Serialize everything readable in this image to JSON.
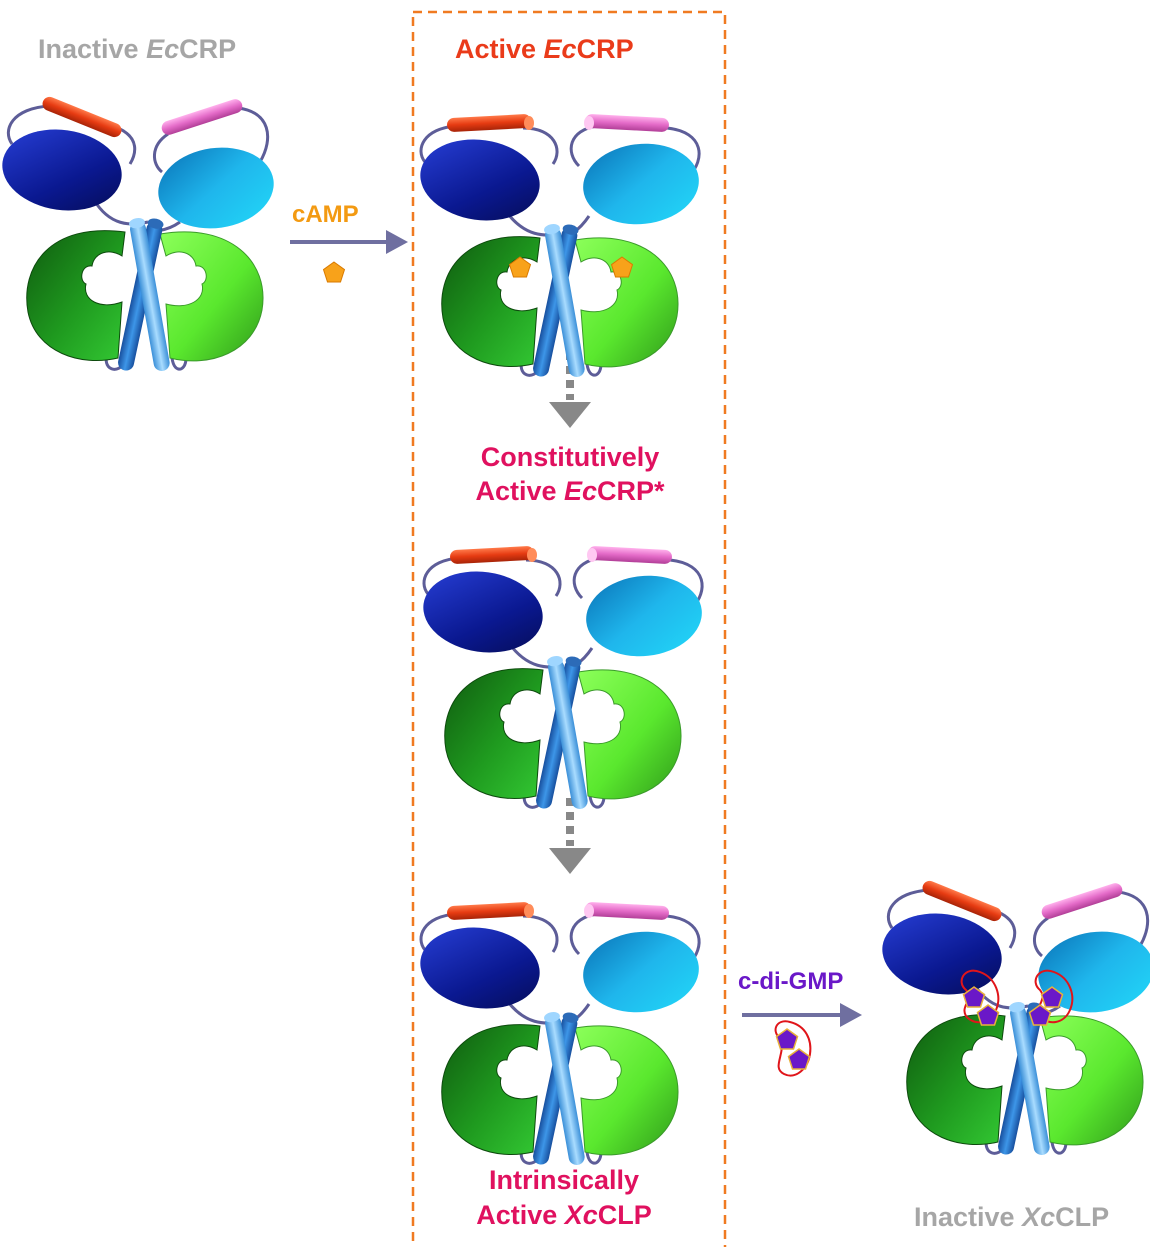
{
  "labels": {
    "inactive_eccrp": {
      "prefix": "Inactive ",
      "italic": "Ec",
      "suffix": "CRP"
    },
    "active_eccrp": {
      "prefix": "Active ",
      "italic": "Ec",
      "suffix": "CRP"
    },
    "constitutive_line1": "Constitutively",
    "constitutive_line2": {
      "prefix": "Active ",
      "italic": "Ec",
      "suffix": "CRP*"
    },
    "intrinsic_line1": "Intrinsically",
    "intrinsic_line2": {
      "prefix": "Active ",
      "italic": "Xc",
      "suffix": "CLP"
    },
    "inactive_xcclp": {
      "prefix": "Inactive ",
      "italic": "Xc",
      "suffix": "CLP"
    },
    "camp": "cAMP",
    "cdigmp": "c-di-GMP"
  },
  "colors": {
    "inactive_label": "#a6a6a6",
    "active_label": "#ea3b1a",
    "pink_label": "#e0115f",
    "camp": "#f39a12",
    "cdigmp": "#6a18c8",
    "box_border": "#f07a21",
    "arrow": "#6f6fa0",
    "dashed_arrow": "#888888",
    "helix_red": "#e63b12",
    "helix_pink": "#e46bc8",
    "dna_domain_dark": "#0a1a8c",
    "dna_domain_light": "#1fb6ec",
    "cnb_dark": "#1b8a1b",
    "cnb_light": "#6ef23a",
    "central_helix": "#2e7bd1",
    "loop": "#5d5d98"
  }
}
